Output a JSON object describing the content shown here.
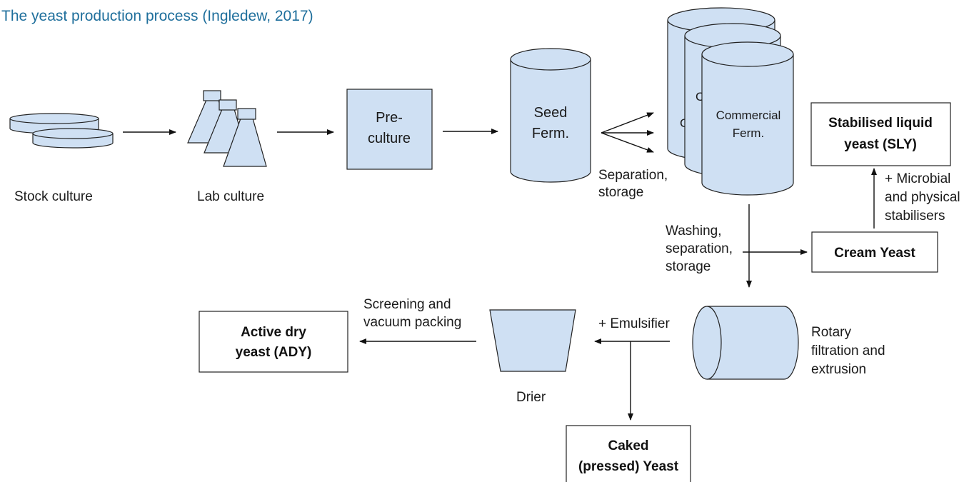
{
  "title": "The yeast production process (Ingledew, 2017)",
  "colors": {
    "title": "#1f6f9c",
    "shape_fill": "#cfe0f3",
    "stroke": "#222222"
  },
  "icons": [
    "petri-dish-icon",
    "flask-icon",
    "tank-icon",
    "drum-icon",
    "hopper-icon"
  ],
  "nodes": {
    "stock_culture": "Stock culture",
    "lab_culture": "Lab culture",
    "pre_culture": [
      "Pre-",
      "culture"
    ],
    "seed_ferm": [
      "Seed",
      "Ferm."
    ],
    "commercial_ferm": [
      "Commercial",
      "Ferm."
    ],
    "commercial_back_fragment": "C",
    "stabilised_liquid_yeast": [
      "Stabilised liquid",
      "yeast (SLY)"
    ],
    "cream_yeast": "Cream Yeast",
    "rotary_filtration": [
      "Rotary",
      "filtration and",
      "extrusion"
    ],
    "drier": "Drier",
    "active_dry_yeast": [
      "Active dry",
      "yeast (ADY)"
    ],
    "caked_yeast": [
      "Caked",
      "(pressed) Yeast"
    ]
  },
  "edge_labels": {
    "separation_storage": [
      "Separation,",
      "storage"
    ],
    "microbial_stabilisers": [
      "+ Microbial",
      "and physical",
      "stabilisers"
    ],
    "washing_separation": [
      "Washing,",
      "separation,",
      "storage"
    ],
    "emulsifier": "+ Emulsifier",
    "screening_packing": [
      "Screening and",
      "vacuum packing"
    ]
  }
}
